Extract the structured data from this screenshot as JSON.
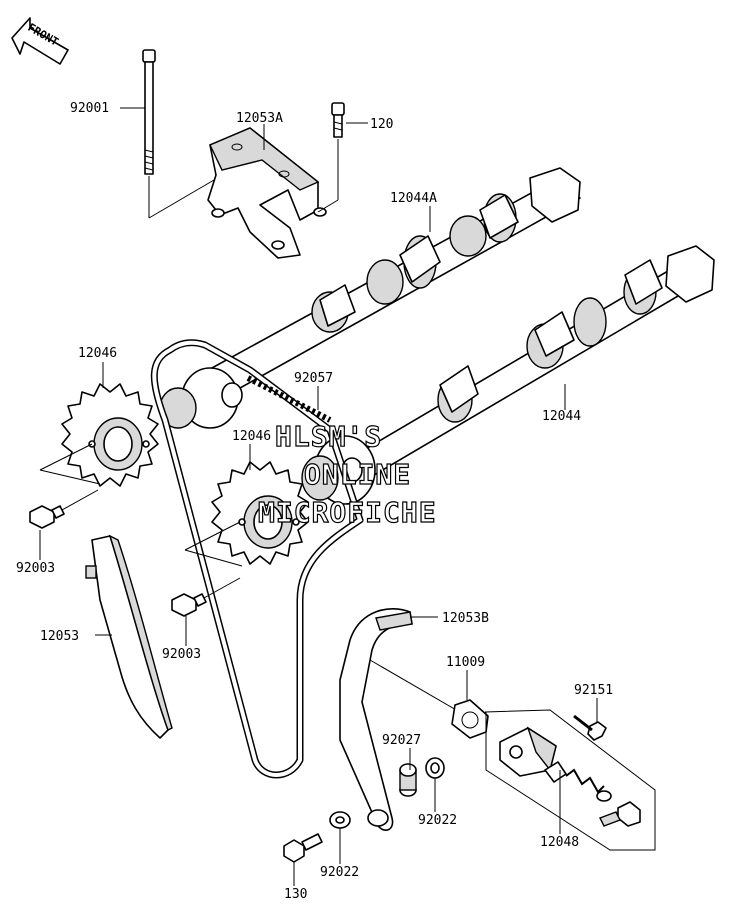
{
  "diagram": {
    "front_label": "FRONT",
    "watermark": [
      "HLSM'S",
      "ONLINE",
      "MICROFICHE"
    ],
    "callouts": {
      "c92001": "92001",
      "c12053A": "12053A",
      "c120": "120",
      "c12044A": "12044A",
      "c12046a": "12046",
      "c92057": "92057",
      "c12044": "12044",
      "c12046b": "12046",
      "c92003a": "92003",
      "c92003b": "92003",
      "c12053": "12053",
      "c12053B": "12053B",
      "c11009": "11009",
      "c92151": "92151",
      "c92027": "92027",
      "c92022a": "92022",
      "c92022b": "92022",
      "c12048": "12048",
      "c130": "130"
    }
  }
}
